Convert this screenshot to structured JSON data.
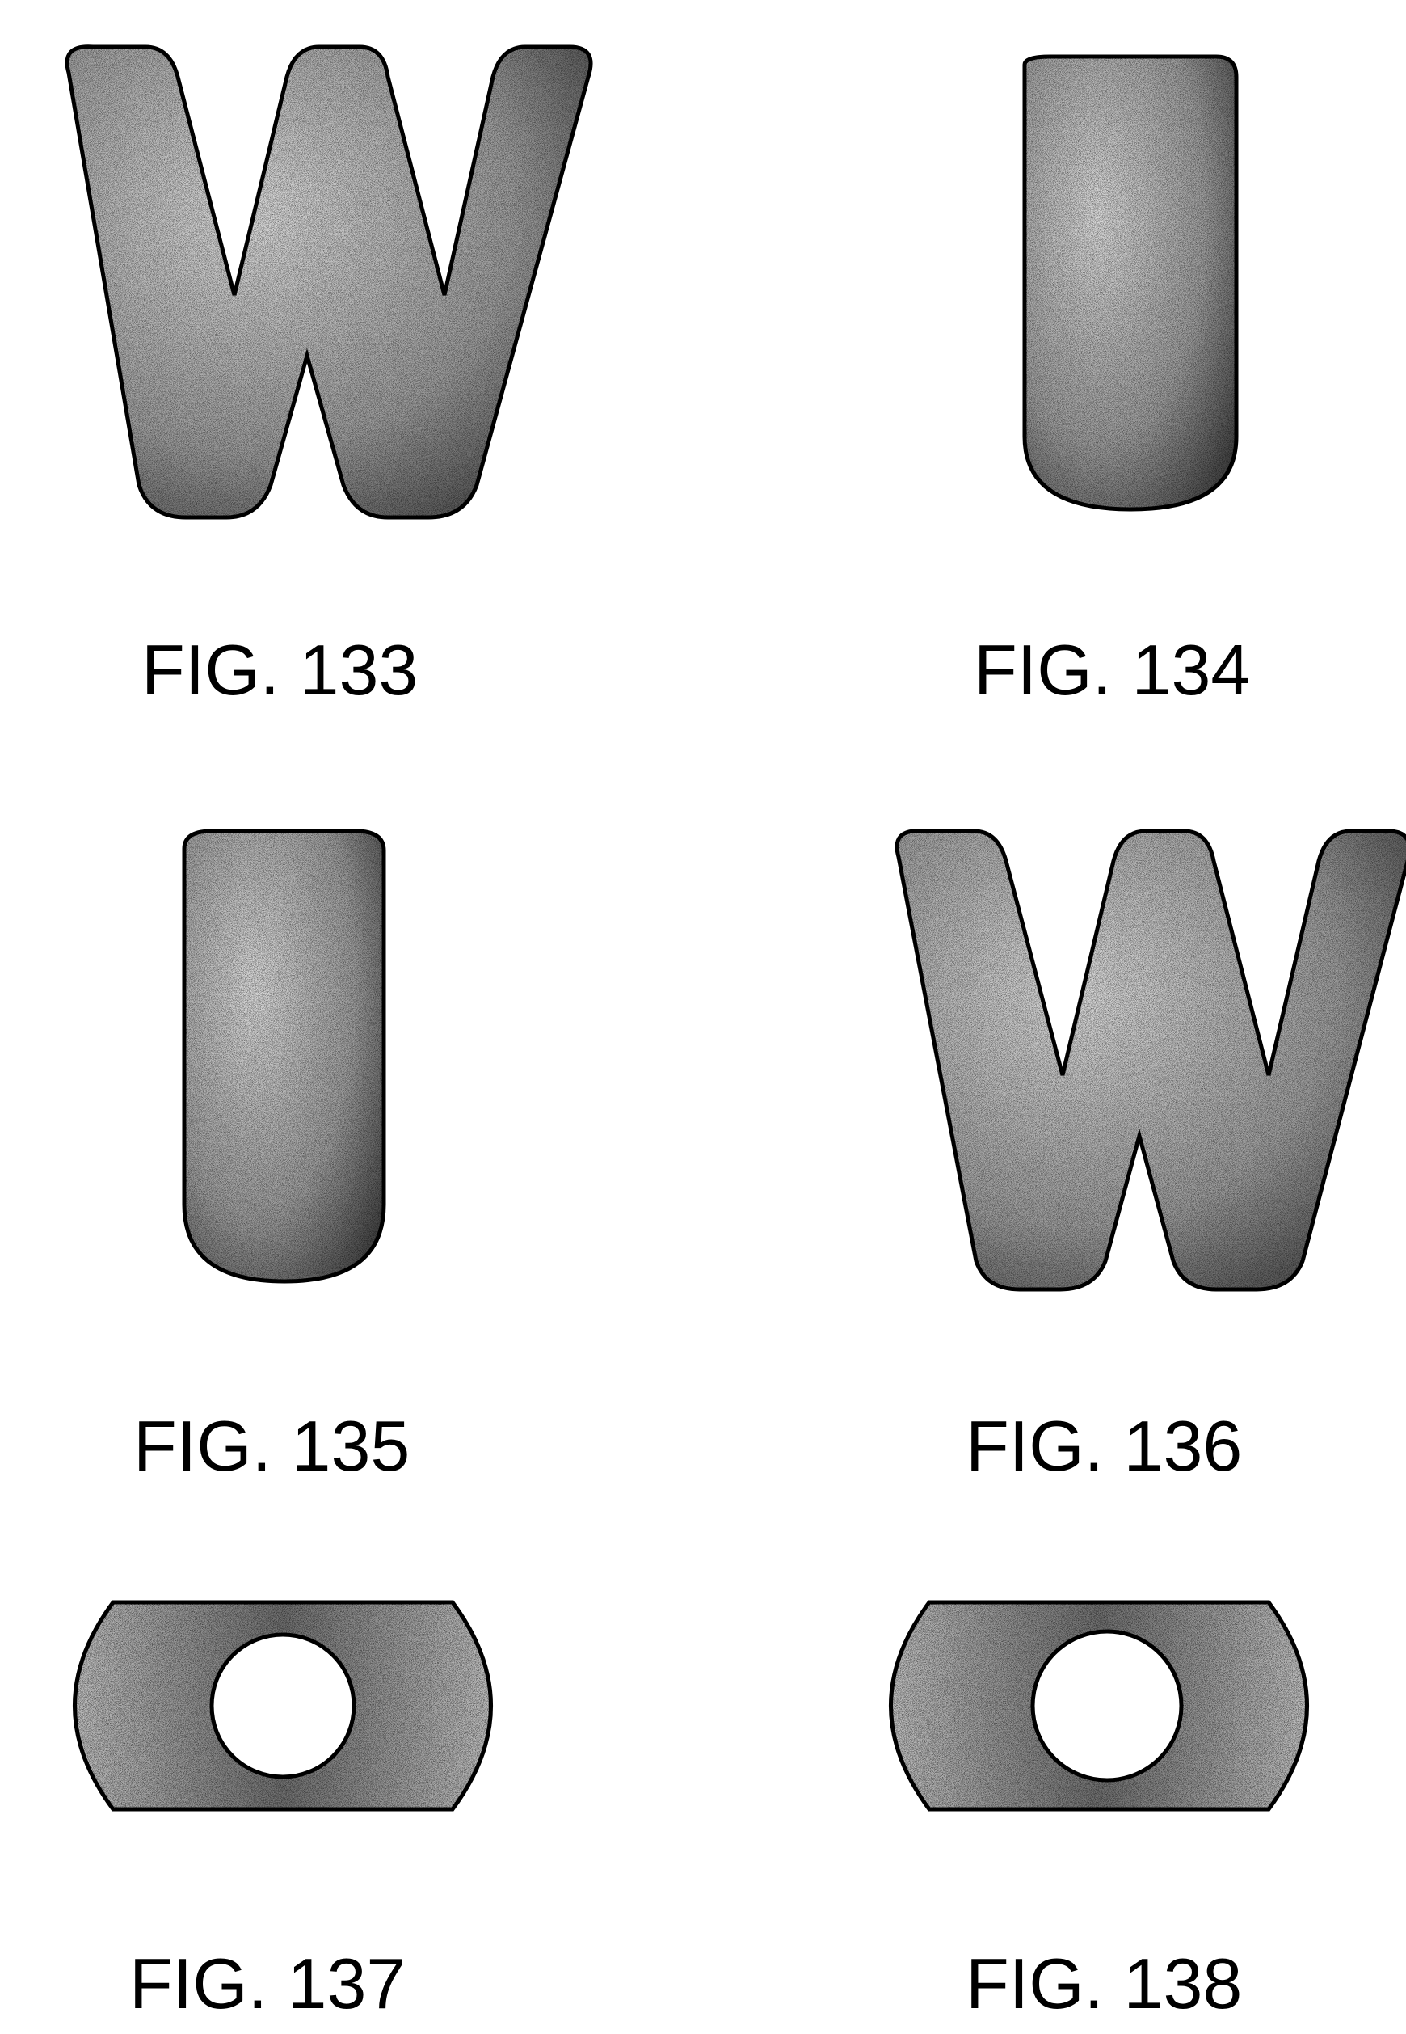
{
  "figures": [
    {
      "id": "133",
      "caption": "FIG. 133",
      "shape": "letter-w"
    },
    {
      "id": "134",
      "caption": "FIG. 134",
      "shape": "letter-i"
    },
    {
      "id": "135",
      "caption": "FIG. 135",
      "shape": "letter-i"
    },
    {
      "id": "136",
      "caption": "FIG. 136",
      "shape": "letter-w"
    },
    {
      "id": "137",
      "caption": "FIG. 137",
      "shape": "bead-with-hole"
    },
    {
      "id": "138",
      "caption": "FIG. 138",
      "shape": "bead-with-hole"
    }
  ],
  "colors": {
    "ink": "#000000",
    "stipple": "#8c8c8c",
    "paper": "#ffffff"
  }
}
